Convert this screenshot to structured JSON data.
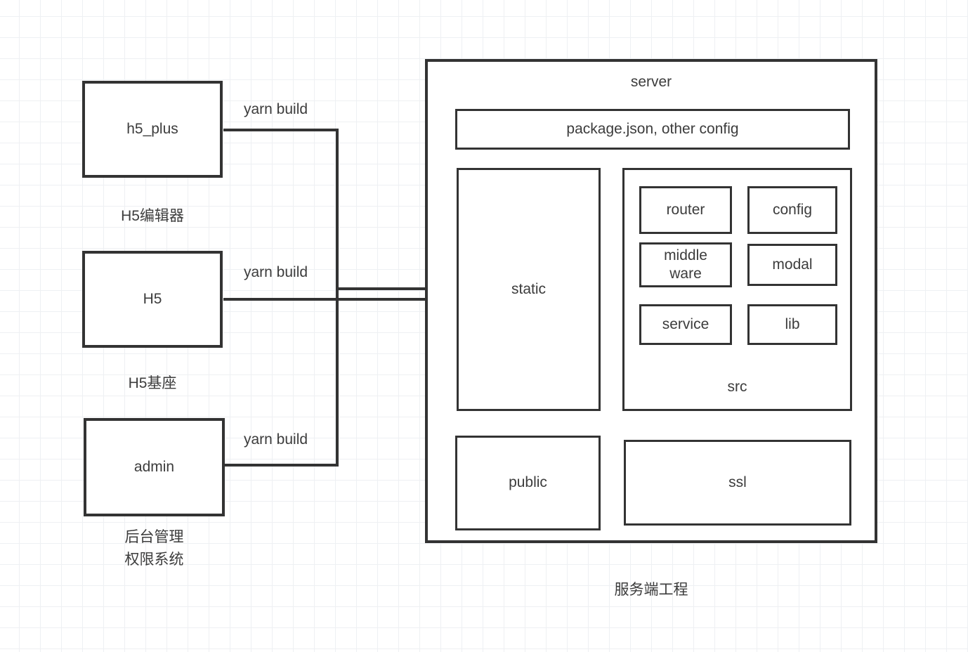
{
  "diagram": {
    "modules": {
      "h5_plus": {
        "label": "h5_plus",
        "caption": "H5编辑器",
        "edge_label": "yarn build"
      },
      "h5": {
        "label": "H5",
        "caption": "H5基座",
        "edge_label": "yarn build"
      },
      "admin": {
        "label": "admin",
        "caption": "后台管理\n权限系统",
        "edge_label": "yarn build"
      }
    },
    "server": {
      "title": "server",
      "config_label": "package.json, other config",
      "static_label": "static",
      "src": {
        "label": "src",
        "router": "router",
        "config": "config",
        "middleware": "middle\nware",
        "modal": "modal",
        "service": "service",
        "lib": "lib"
      },
      "public_label": "public",
      "ssl_label": "ssl",
      "caption": "服务端工程"
    },
    "colors": {
      "stroke": "#333333",
      "text": "#3c3c3c",
      "grid": "#eef0f3"
    }
  }
}
